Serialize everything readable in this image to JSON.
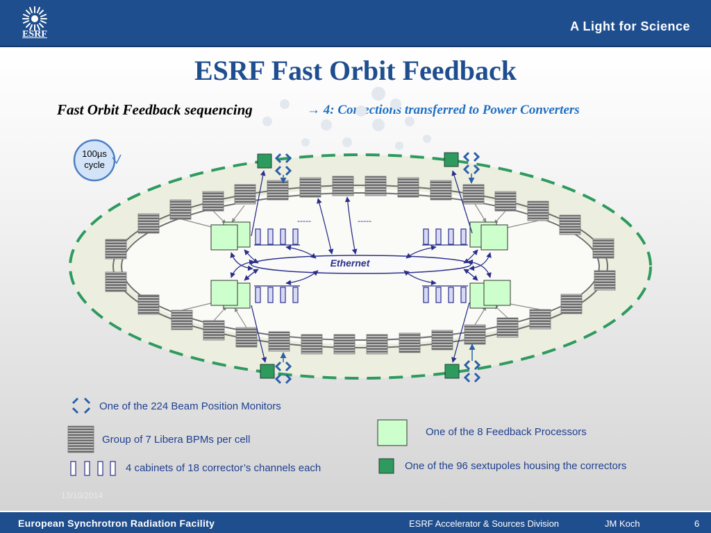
{
  "header": {
    "logo_text": "ESRF",
    "tagline": "A Light for Science"
  },
  "slide": {
    "title": "ESRF Fast Orbit Feedback",
    "subtitle": "Fast Orbit Feedback sequencing",
    "step_arrow": "→",
    "step": "4: Corrections transferred to Power Converters"
  },
  "diagram": {
    "cycle_label_1": "100µs",
    "cycle_label_2": "cycle",
    "network_label": "Ethernet",
    "link_marker_left": "-----",
    "link_marker_right": "-----"
  },
  "legend": {
    "bpm": "One of the 224 Beam Position Monitors",
    "libera_group": "Group of 7 Libera BPMs per cell",
    "cabinets": "4 cabinets of 18 corrector’s channels each",
    "feedback_processor": "One of the 8 Feedback Processors",
    "sextupole": "One of the 96 sextupoles housing the correctors"
  },
  "colors": {
    "brand_blue": "#1f4e8f",
    "processor_fill": "#ccffcc",
    "sextupole_fill": "#2e9a5e",
    "ring_dash": "#2e9a5e"
  },
  "footer": {
    "date": "13/10/2014",
    "organization": "European Synchrotron Radiation Facility",
    "division": "ESRF Accelerator & Sources Division",
    "author": "JM Koch",
    "page": "6"
  }
}
